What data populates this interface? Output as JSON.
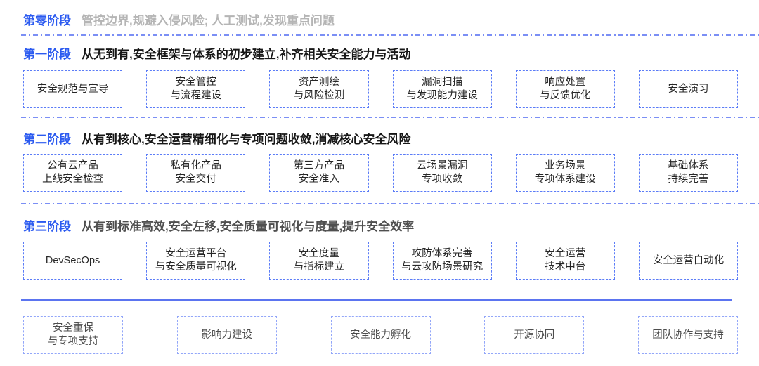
{
  "colors": {
    "accent_blue": "#2b5af0",
    "box_border_blue": "#5b7cf7",
    "support_box_border_blue": "#92a6f9",
    "separator_dash_blue": "#7b8ff5",
    "divider_solid_blue": "#5b74f0",
    "phase0_desc_gray": "#b5b5b5"
  },
  "phases": [
    {
      "label": "第零阶段",
      "description": "管控边界,规避入侵风险; 人工测试,发现重点问题",
      "items": []
    },
    {
      "label": "第一阶段",
      "description": "从无到有,安全框架与体系的初步建立,补齐相关安全能力与活动",
      "items": [
        "安全规范与宣导",
        "安全管控\n与流程建设",
        "资产测绘\n与风险检测",
        "漏洞扫描\n与发现能力建设",
        "响应处置\n与反馈优化",
        "安全演习"
      ]
    },
    {
      "label": "第二阶段",
      "description": "从有到核心,安全运营精细化与专项问题收敛,消减核心安全风险",
      "items": [
        "公有云产品\n上线安全检查",
        "私有化产品\n安全交付",
        "第三方产品\n安全准入",
        "云场景漏洞\n专项收敛",
        "业务场景\n专项体系建设",
        "基础体系\n持续完善"
      ]
    },
    {
      "label": "第三阶段",
      "description": "从有到标准高效,安全左移,安全质量可视化与度量,提升安全效率",
      "items": [
        "DevSecOps",
        "安全运营平台\n与安全质量可视化",
        "安全度量\n与指标建立",
        "攻防体系完善\n与云攻防场景研究",
        "安全运营\n技术中台",
        "安全运营自动化"
      ]
    }
  ],
  "support_row": {
    "items": [
      "安全重保\n与专项支持",
      "影响力建设",
      "安全能力孵化",
      "开源协同",
      "团队协作与支持"
    ]
  }
}
